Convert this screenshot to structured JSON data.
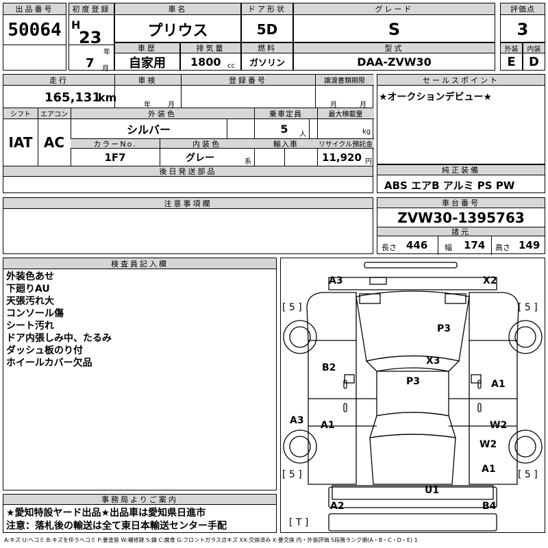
{
  "headers": {
    "lot_no": "出品番号",
    "first_reg": "初度登録",
    "car_name": "車名",
    "door": "ドア形状",
    "grade": "グレード",
    "score": "評価点",
    "year_unit": "年",
    "history": "車歴",
    "displacement": "排気量",
    "fuel": "燃料",
    "model": "型式",
    "exterior": "外装",
    "interior": "内装",
    "mileage": "走行",
    "inspection": "車検",
    "reg_no": "登録番号",
    "transfer_deadline": "譲渡書類期限",
    "sales_point": "セールスポイント",
    "shift": "シフト",
    "aircon": "エアコン",
    "ext_color": "外装色",
    "capacity": "乗車定員",
    "max_load": "最大積載量",
    "color_no": "カラーNo.",
    "int_color": "内装色",
    "import": "輸入車",
    "recycle": "リサイクル預託金",
    "post_parts": "後日発送部品",
    "genuine_equipment": "純正装備",
    "caution": "注意事項欄",
    "chassis_no": "車台番号",
    "specs": "諸元",
    "inspector_notes": "検査員記入欄",
    "office_notice": "事務局よりご案内"
  },
  "units": {
    "km": "km",
    "year": "年",
    "month": "月",
    "cc": "cc",
    "person": "人",
    "kg": "kg",
    "kei": "系",
    "yen": "円",
    "length": "長さ",
    "width": "幅",
    "height": "高さ"
  },
  "vehicle": {
    "lot_no": "50064",
    "era": "H",
    "first_reg_year": "23",
    "first_reg_month": "7",
    "car_name": "プリウス",
    "door": "5D",
    "grade": "S",
    "score": "3",
    "history": "自家用",
    "displacement": "1800",
    "fuel": "ガソリン",
    "model": "DAA-ZVW30",
    "exterior_grade": "E",
    "interior_grade": "D",
    "mileage": "165,131",
    "shift": "IAT",
    "aircon": "AC",
    "ext_color": "シルバー",
    "capacity": "5",
    "color_no": "1F7",
    "int_color": "グレー",
    "recycle": "11,920",
    "sales_point": "★オークションデビュー★",
    "genuine_equipment": "ABS エアB アルミ PS PW",
    "chassis_no": "ZVW30-1395763",
    "length": "446",
    "width": "174",
    "height": "149"
  },
  "inspector_notes": [
    "外装色あせ",
    "下廻りAU",
    "天張汚れ大",
    "コンソール傷",
    "シート汚れ",
    "ドア内張しみ中、たるみ",
    "ダッシュ板のり付",
    "ホイールカバー欠品"
  ],
  "office_notice": [
    "★愛知特設ヤード出品★出品車は愛知県日進市",
    "注意：落札後の輸送は全て東日本輸送センター手配"
  ],
  "damage": {
    "front_left": "A3",
    "front_right": "X2",
    "hood": "P3",
    "windshield": "X3",
    "left_front_door": "B2",
    "roof": "P3",
    "right_front_door": "A1",
    "left_quarter": "A3",
    "left_rear_door": "A1",
    "right_rear_door": "W2",
    "right_rear_fender": "W2",
    "right_quarter": "A1",
    "rear_panel": "U1",
    "rear_left": "A2",
    "rear_right": "B4",
    "tire_fl": "[ 5 ]",
    "tire_fr": "[ 5 ]",
    "tire_rl": "[ 5 ]",
    "tire_rr": "[ 5 ]",
    "trunk": "[ T ]"
  },
  "legend": "A:キズ U:ヘコミ B:キズを伴うヘコミ P:要塗装 W:補修跡 S:錆 C:腐食 G:フロントガラス点キズ XX:交換済み X:要交換 内・外装評価 5段階ランク順(A・B・C・D・E) 1"
}
